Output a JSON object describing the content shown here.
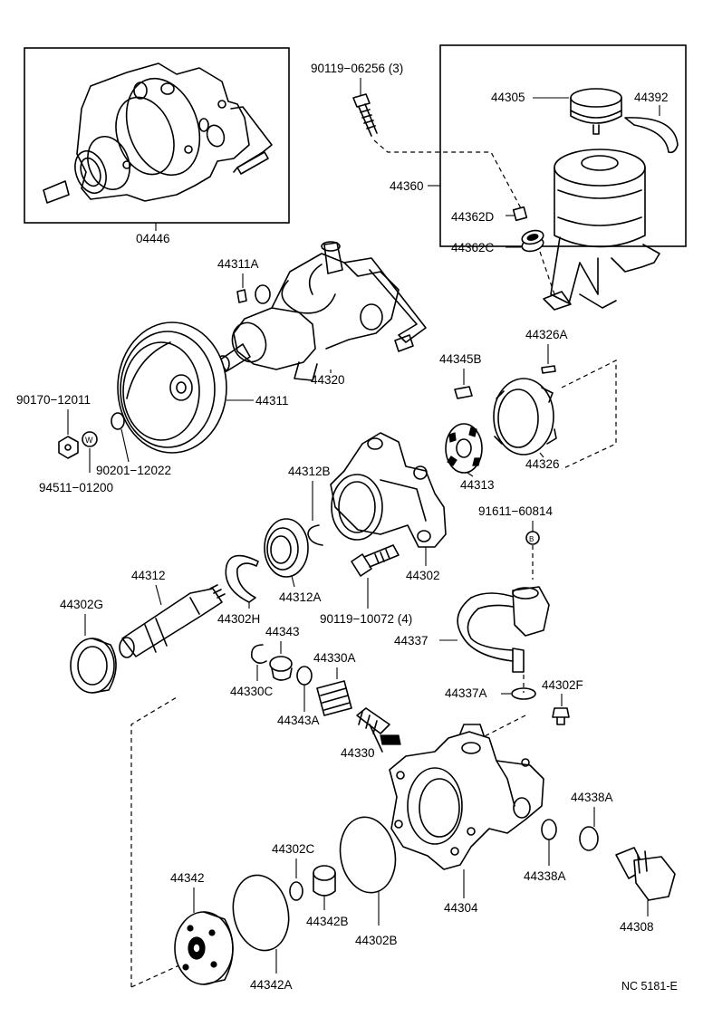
{
  "diagram": {
    "labels": {
      "l04446": "04446",
      "l90119_06256": "90119−06256 (3)",
      "l44305": "44305",
      "l44392": "44392",
      "l44360": "44360",
      "l44362D": "44362D",
      "l44362C": "44362C",
      "l44311A": "44311A",
      "l44320": "44320",
      "l44311": "44311",
      "l90170_12011": "90170−12011",
      "l90201_12022": "90201−12022",
      "l94511_01200": "94511−01200",
      "l44345B": "44345B",
      "l44326A": "44326A",
      "l44326": "44326",
      "l44313": "44313",
      "l44312B": "44312B",
      "l91611_60814": "91611−60814",
      "l44302": "44302",
      "l44312": "44312",
      "l44312A": "44312A",
      "l44302G": "44302G",
      "l44302H": "44302H",
      "l90119_10072": "90119−10072 (4)",
      "l44343": "44343",
      "l44330A": "44330A",
      "l44337": "44337",
      "l44330C": "44330C",
      "l44343A": "44343A",
      "l44337A": "44337A",
      "l44302F": "44302F",
      "l44330": "44330",
      "l44338A_top": "44338A",
      "l44302C": "44302C",
      "l44338A_bot": "44338A",
      "l44342": "44342",
      "l44304": "44304",
      "l44342B": "44342B",
      "l44302B": "44302B",
      "l44308": "44308",
      "l44342A": "44342A",
      "footer": "NC 5181-E"
    },
    "symbols": {
      "washer_mark": "W",
      "bolt_mark": "B"
    }
  }
}
